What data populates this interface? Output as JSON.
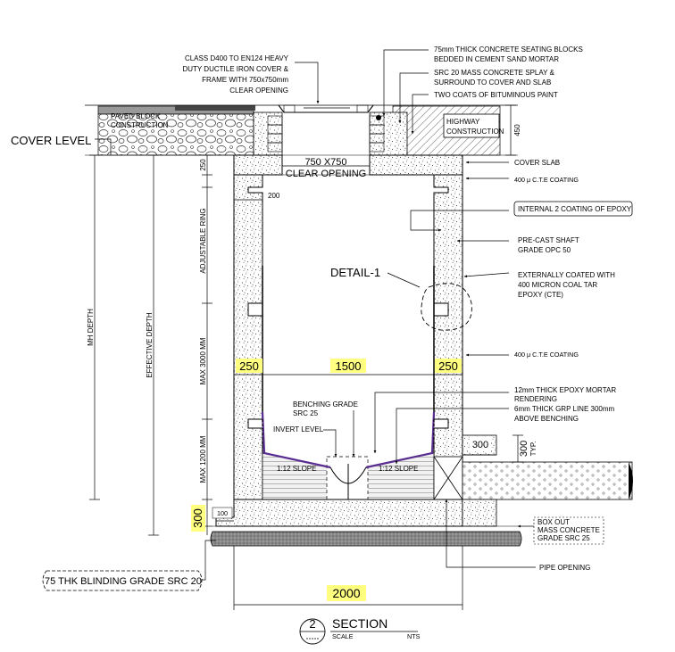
{
  "labels": {
    "cover_spec_1": "CLASS D400 TO EN124 HEAVY",
    "cover_spec_2": "DUTY DUCTILE IRON COVER &",
    "cover_spec_3": "FRAME WITH 750x750mm",
    "cover_spec_4": "CLEAR OPENING",
    "seating_1": "75mm THICK CONCRETE SEATING BLOCKS",
    "seating_2": "BEDDED IN CEMENT SAND MORTAR",
    "splay_1": "SRC 20 MASS CONCRETE SPLAY &",
    "splay_2": "SURROUND TO COVER AND SLAB",
    "bitumen": "TWO COATS OF BITUMINOUS PAINT",
    "paved_1": "PAVED BLOCK",
    "paved_2": "CONSTRUCTION",
    "highway_1": "HIGHWAY",
    "highway_2": "CONSTRUCTION",
    "cover_level": "COVER LEVEL",
    "cover_slab": "COVER SLAB",
    "cte_top": "400 μ C.T.E COATING",
    "cte_bottom": "400 μ C.T.E COATING",
    "internal_epoxy": "INTERNAL 2 COATING OF EPOXY",
    "precast_1": "PRE-CAST SHAFT",
    "precast_2": "GRADE OPC 50",
    "ext_coat_1": "EXTERNALLY COATED WITH",
    "ext_coat_2": "400 MICRON COAL TAR",
    "ext_coat_3": "EPOXY  (CTE)",
    "detail": "DETAIL-1",
    "clear_open_1": "750 X750",
    "clear_open_2": "CLEAR OPENING",
    "mortar_1": "12mm THICK EPOXY MORTAR",
    "mortar_2": "RENDERING",
    "grp_1": "6mm THICK GRP LINE 300mm",
    "grp_2": "ABOVE BENCHING",
    "benching_1": "BENCHING GRADE",
    "benching_2": "SRC 25",
    "invert": "INVERT LEVEL",
    "slope_left": "1:12 SLOPE",
    "slope_right": "1:12 SLOPE",
    "boxout_1": "BOX OUT",
    "boxout_2": "MASS CONCRETE",
    "boxout_3": "GRADE SRC 25",
    "pipe_opening": "PIPE OPENING",
    "blinding": "75 THK BLINDING GRADE SRC 20",
    "mh_depth": "MH DEPTH",
    "effective_depth": "EFFECTIVE DEPTH",
    "adjustable_ring": "ADJUSTABLE RING",
    "max_3000": "MAX 3000 MM",
    "max_1200": "MAX 1200 MM",
    "typ": "TYP.",
    "section_no": "2",
    "section_title": "SECTION",
    "scale_label": "SCALE",
    "scale_value": "NTS"
  },
  "dimensions": {
    "d450": "450",
    "d250_top": "250",
    "d200": "200",
    "wall_left": "250",
    "inner_width": "1500",
    "wall_right": "250",
    "pipe_300": "300",
    "pipe_300_v": "300",
    "base_300": "300",
    "d100": "100",
    "outer_width": "2000"
  },
  "colors": {
    "highlight": "#ffff80",
    "line": "#000000"
  }
}
